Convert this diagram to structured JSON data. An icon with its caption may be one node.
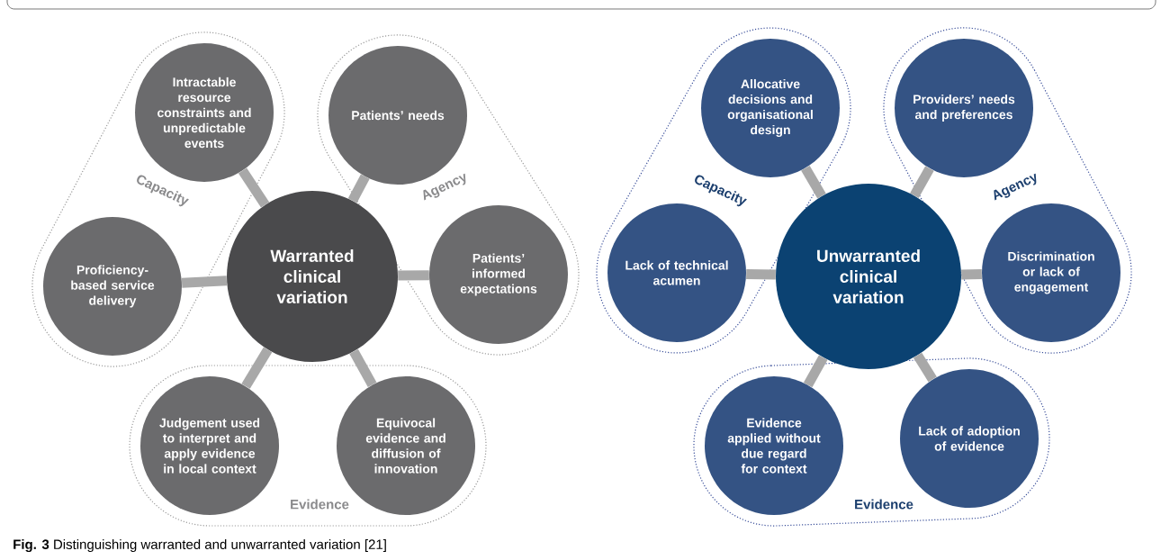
{
  "diagram": {
    "caption": "**Fig. 3** Distinguishing warranted and unwarranted variation [21]",
    "nodes": [
      {
        "text": [
          "Warranted clinical variation"
        ]
      },
      {
        "text": [
          "Intractable resource constraints and unpredictable events"
        ]
      },
      {
        "text": [
          "Patients’ needs"
        ]
      },
      {
        "text": [
          "Proficiency-based service delivery"
        ]
      },
      {
        "text": [
          "Patients’ informed expectations"
        ]
      },
      {
        "text": [
          "Judgement used to interpret and apply evidence in local context"
        ]
      },
      {
        "text": [
          "Equivocal evidence and diffusion of innovation"
        ]
      },
      {
        "text": [
          "Unwarranted clinical variation"
        ]
      },
      {
        "text": [
          "Allocative decisions and organisational design"
        ]
      },
      {
        "text": [
          "Providers’ needs and preferences"
        ]
      },
      {
        "text": [
          "Lack of technical acumen"
        ]
      },
      {
        "text": [
          "Discrimination or lack of engagement"
        ]
      },
      {
        "text": [
          "Evidence applied without due regard for context"
        ]
      },
      {
        "text": [
          "Lack of adoption of evidence"
        ]
      }
    ],
    "edges": [
      {
        "from": 0,
        "to": 1,
        "arrow": "none"
      },
      {
        "from": 0,
        "to": 2,
        "arrow": "none"
      },
      {
        "from": 0,
        "to": 3,
        "arrow": "none"
      },
      {
        "from": 0,
        "to": 4,
        "arrow": "none"
      },
      {
        "from": 0,
        "to": 5,
        "arrow": "none"
      },
      {
        "from": 0,
        "to": 6,
        "arrow": "none"
      },
      {
        "from": 7,
        "to": 8,
        "arrow": "none"
      },
      {
        "from": 7,
        "to": 9,
        "arrow": "none"
      },
      {
        "from": 7,
        "to": 10,
        "arrow": "none"
      },
      {
        "from": 7,
        "to": 11,
        "arrow": "none"
      },
      {
        "from": 7,
        "to": 12,
        "arrow": "none"
      },
      {
        "from": 7,
        "to": 13,
        "arrow": "none"
      }
    ],
    "labels": [
      "Capacity",
      "Agency",
      "Evidence",
      "Capacity",
      "Agency",
      "Evidence"
    ]
  }
}
